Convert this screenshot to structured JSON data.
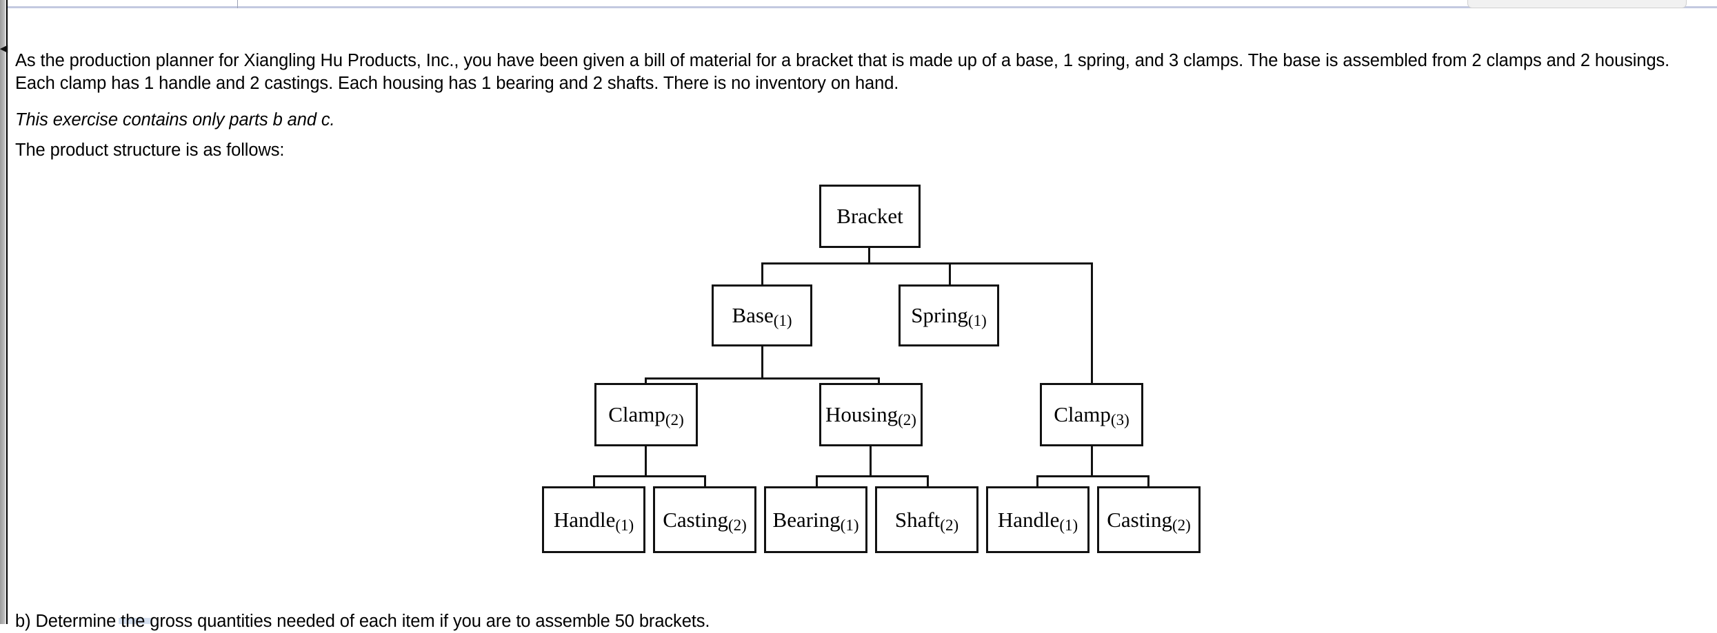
{
  "chrome": {
    "collapse_handle_icon": "chevron-left-icon",
    "top_pill_label": "",
    "bottom_chip_label": ""
  },
  "document": {
    "paragraphs": {
      "intro": "As the production planner for Xiangling Hu Products, Inc., you have been given a bill of material for a bracket that is made up of a base, 1 spring, and 3 clamps. The base is assembled from 2 clamps and 2 housings. Each clamp has 1 handle and 2 castings. Each housing has 1 bearing and 2 shafts. There is no inventory on hand.",
      "note": "This exercise contains only parts b and c.",
      "lead_in": "The product structure is as follows:",
      "question_b": "b) Determine the gross quantities needed of each item if you are to assemble 50 brackets."
    }
  },
  "chart_data": {
    "type": "diagram",
    "title": "Product structure (bill of material) tree",
    "root": "Bracket",
    "nodes": [
      {
        "id": "bracket",
        "label": "Bracket",
        "qty": "",
        "level": 0,
        "parent": null
      },
      {
        "id": "base",
        "label": "Base",
        "qty": "(1)",
        "level": 1,
        "parent": "bracket"
      },
      {
        "id": "spring",
        "label": "Spring",
        "qty": "(1)",
        "level": 1,
        "parent": "bracket"
      },
      {
        "id": "clamp3",
        "label": "Clamp",
        "qty": "(3)",
        "level": 2,
        "parent": "bracket"
      },
      {
        "id": "clamp2",
        "label": "Clamp",
        "qty": "(2)",
        "level": 2,
        "parent": "base"
      },
      {
        "id": "housing2",
        "label": "Housing",
        "qty": "(2)",
        "level": 2,
        "parent": "base"
      },
      {
        "id": "handle1a",
        "label": "Handle",
        "qty": "(1)",
        "level": 3,
        "parent": "clamp2"
      },
      {
        "id": "casting2a",
        "label": "Casting",
        "qty": "(2)",
        "level": 3,
        "parent": "clamp2"
      },
      {
        "id": "bearing1",
        "label": "Bearing",
        "qty": "(1)",
        "level": 3,
        "parent": "housing2"
      },
      {
        "id": "shaft2",
        "label": "Shaft",
        "qty": "(2)",
        "level": 3,
        "parent": "housing2"
      },
      {
        "id": "handle1b",
        "label": "Handle",
        "qty": "(1)",
        "level": 3,
        "parent": "clamp3"
      },
      {
        "id": "casting2b",
        "label": "Casting",
        "qty": "(2)",
        "level": 3,
        "parent": "clamp3"
      }
    ],
    "edges": [
      {
        "from": "bracket",
        "to": "base"
      },
      {
        "from": "bracket",
        "to": "spring"
      },
      {
        "from": "bracket",
        "to": "clamp3"
      },
      {
        "from": "base",
        "to": "clamp2"
      },
      {
        "from": "base",
        "to": "housing2"
      },
      {
        "from": "clamp2",
        "to": "handle1a"
      },
      {
        "from": "clamp2",
        "to": "casting2a"
      },
      {
        "from": "housing2",
        "to": "bearing1"
      },
      {
        "from": "housing2",
        "to": "shaft2"
      },
      {
        "from": "clamp3",
        "to": "handle1b"
      },
      {
        "from": "clamp3",
        "to": "casting2b"
      }
    ]
  }
}
